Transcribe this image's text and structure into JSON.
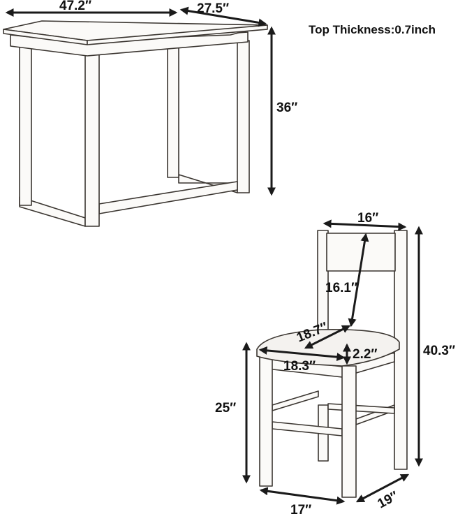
{
  "note": "Top Thickness:0.7inch",
  "table": {
    "length": "47.2″",
    "width": "27.5″",
    "height": "36″"
  },
  "chair": {
    "back_width": "16″",
    "back_height": "16.1″",
    "seat_depth": "18.7″",
    "cushion_thickness": "2.2″",
    "seat_width": "18.3″",
    "total_height": "40.3″",
    "seat_height": "25″",
    "base_width": "17″",
    "base_depth": "19″"
  }
}
